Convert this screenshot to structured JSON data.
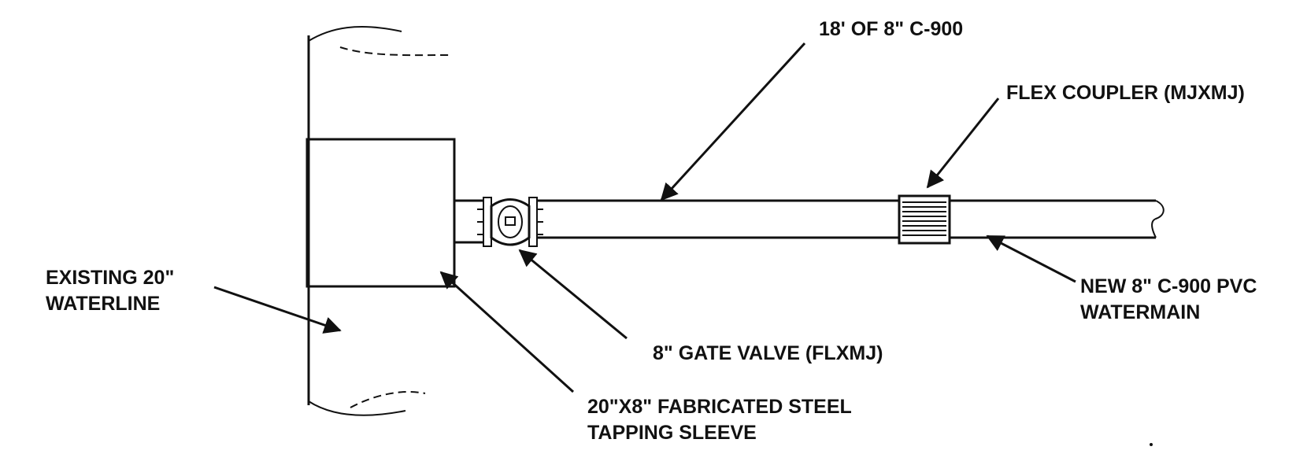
{
  "labels": {
    "pipe_length": "18' OF 8\" C-900",
    "flex_coupler": "FLEX COUPLER (MJXMJ)",
    "existing_line_1": "EXISTING 20\"",
    "existing_line_2": "WATERLINE",
    "new_main_1": "NEW 8\" C-900 PVC",
    "new_main_2": "WATERMAIN",
    "gate_valve": "8\" GATE VALVE (FLXMJ)",
    "sleeve_1": "20\"X8\" FABRICATED STEEL",
    "sleeve_2": "TAPPING SLEEVE"
  },
  "colors": {
    "ink": "#111111",
    "background": "#ffffff"
  }
}
